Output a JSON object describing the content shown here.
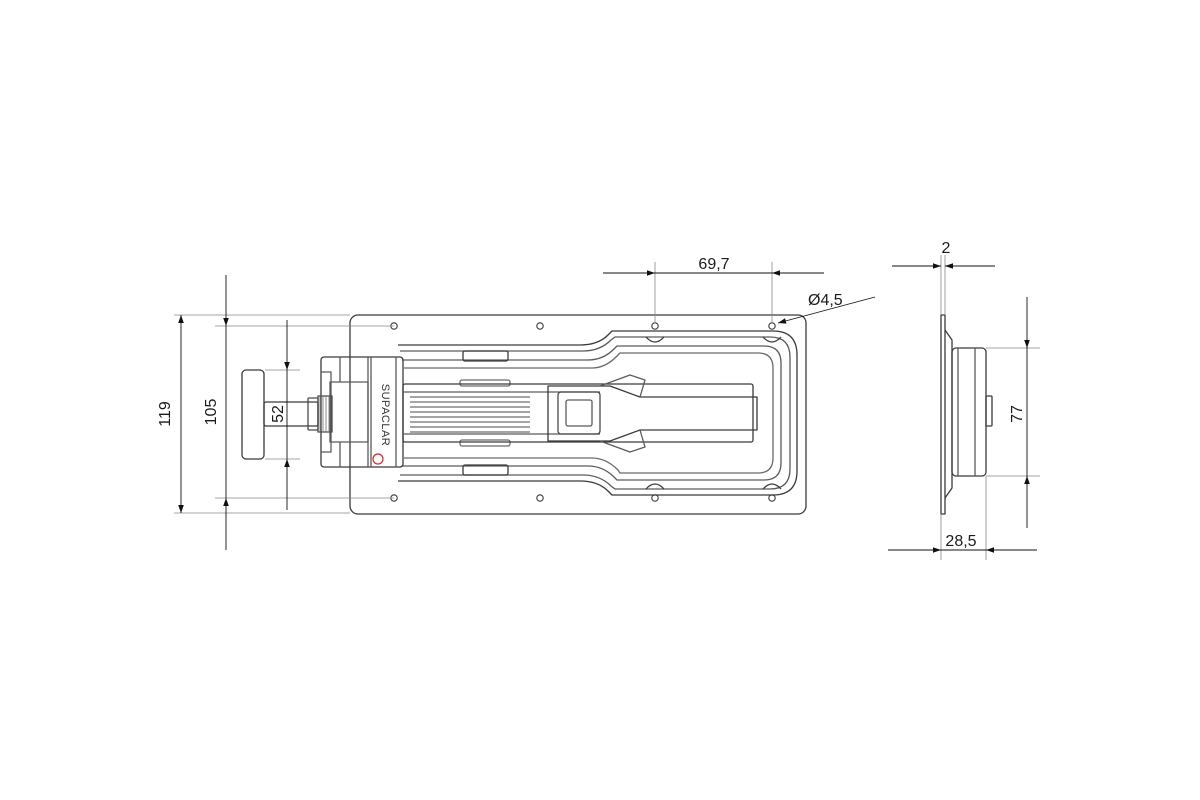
{
  "dimensions": {
    "plate_height": "119",
    "screw_span": "105",
    "knob_height": "52",
    "hole_spacing": "69,7",
    "hole_diameter": "Ø4,5",
    "plate_thickness": "2",
    "depth": "28,5",
    "body_height": "77"
  },
  "logo": "SUPACLAR",
  "colors": {
    "line": "#3a3a3a",
    "thin": "#7a7a7a",
    "dim": "#1a1a1a",
    "accent": "#d4262b"
  }
}
